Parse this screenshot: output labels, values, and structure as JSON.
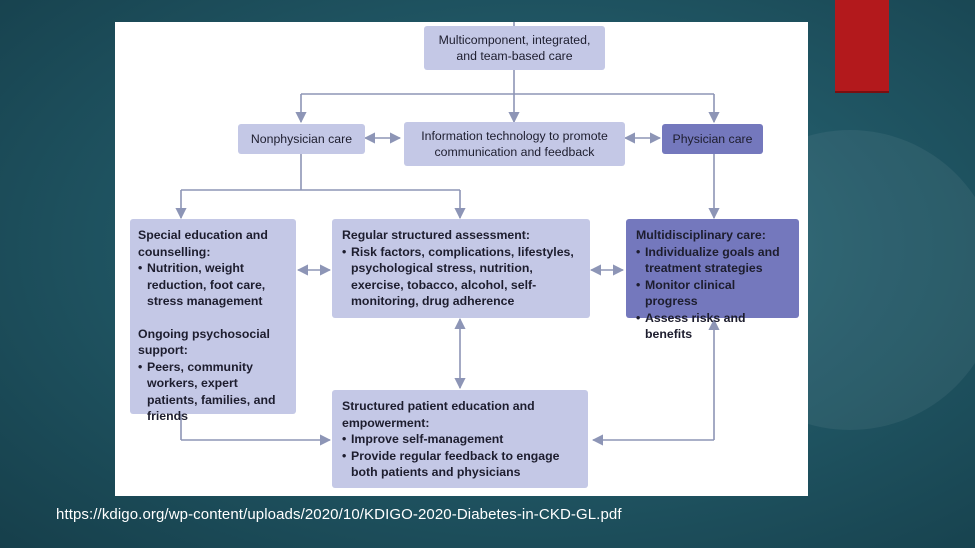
{
  "colors": {
    "box_light": "#c4c8e6",
    "box_dark": "#7478bd",
    "arrow": "#8d95b6",
    "accent_red": "#b3191c"
  },
  "nodes": {
    "top": {
      "text": "Multicomponent, integrated,\nand team-based care"
    },
    "nonphysician": {
      "text": "Nonphysician care"
    },
    "it": {
      "text": "Information technology to promote\ncommunication and feedback"
    },
    "physician": {
      "text": "Physician care"
    },
    "special": {
      "title1": "Special education and\ncounselling:",
      "items1": [
        "Nutrition, weight reduction, foot care, stress management"
      ],
      "title2": "Ongoing psychosocial\nsupport:",
      "items2": [
        "Peers, community workers, expert patients, families, and friends"
      ]
    },
    "assessment": {
      "title": "Regular structured assessment:",
      "items": [
        "Risk factors, complications, lifestyles, psychological stress, nutrition, exercise, tobacco, alcohol, self-monitoring, drug adherence"
      ]
    },
    "multidisciplinary": {
      "title": "Multidisciplinary care:",
      "items": [
        "Individualize goals and treatment strategies",
        "Monitor clinical progress",
        "Assess risks and benefits"
      ]
    },
    "education": {
      "title": "Structured patient education and\nempowerment:",
      "items": [
        "Improve self-management",
        "Provide regular feedback to engage both patients and physicians"
      ]
    }
  },
  "source_url": "https://kdigo.org/wp-content/uploads/2020/10/KDIGO-2020-Diabetes-in-CKD-GL.pdf"
}
